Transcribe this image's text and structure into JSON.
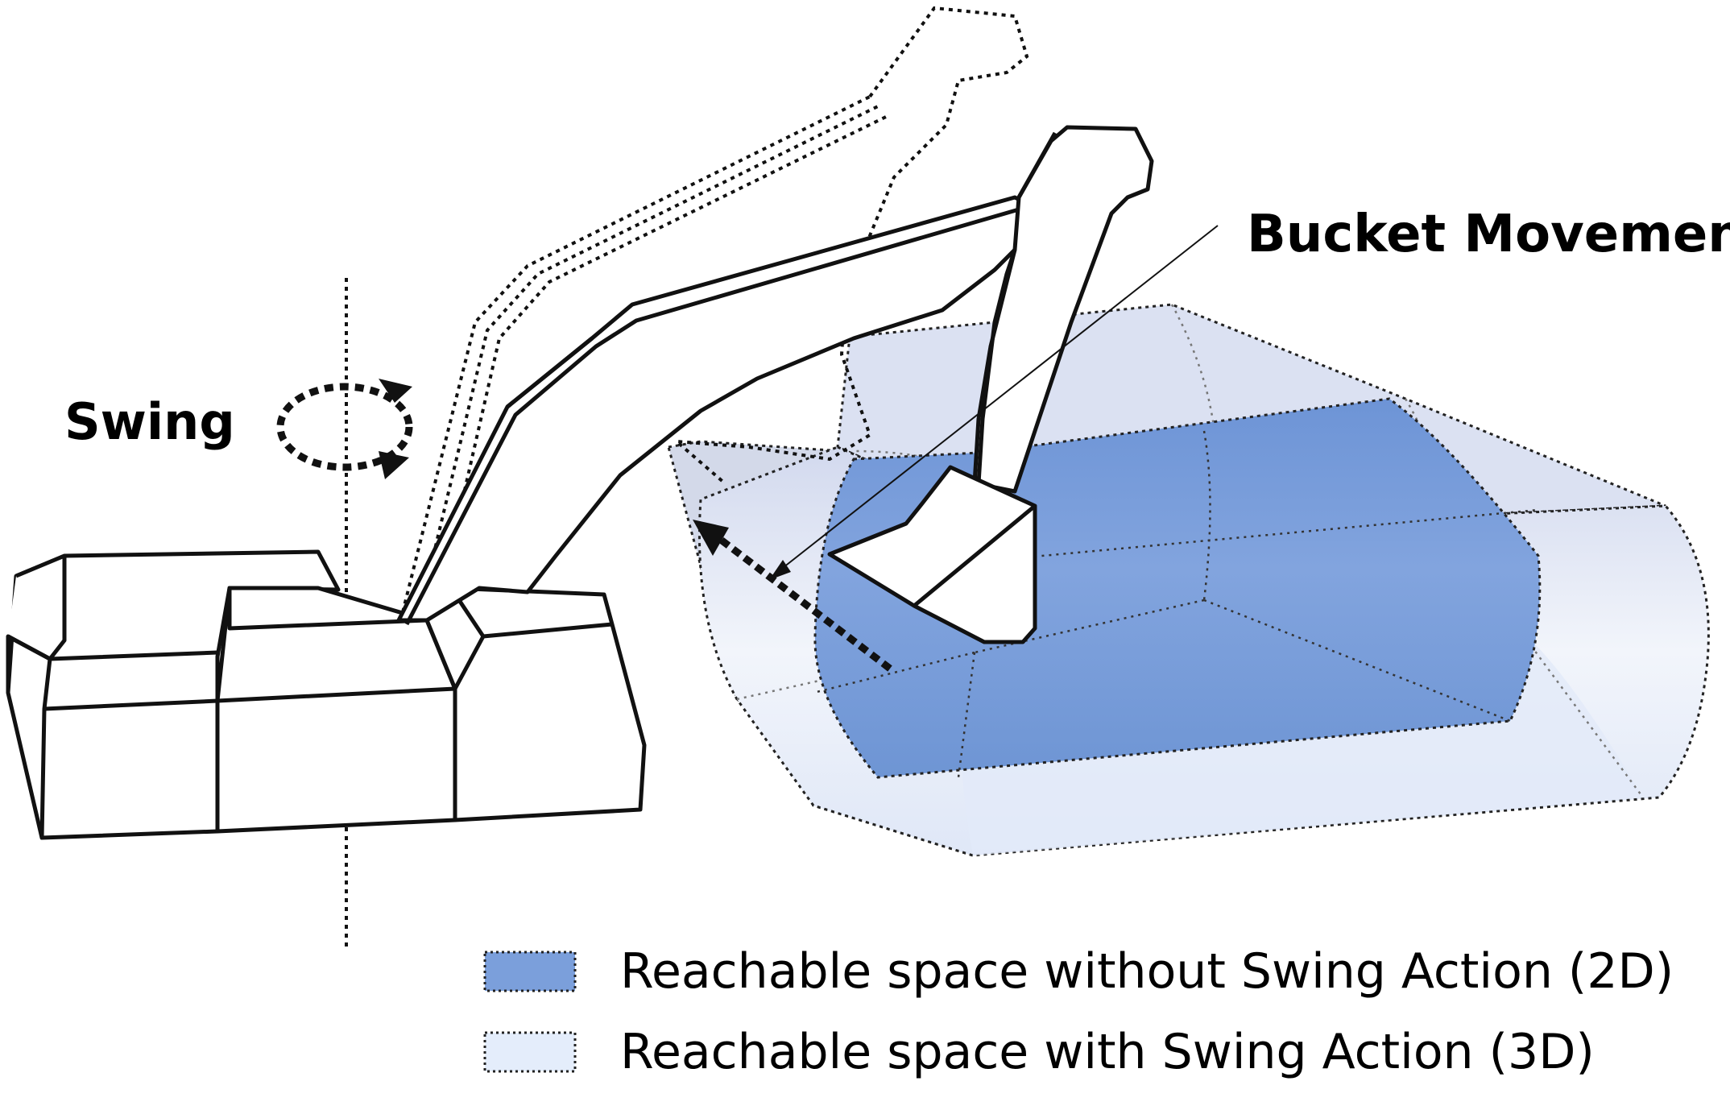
{
  "labels": {
    "swing": "Swing",
    "bucket_movement": "Bucket Movement"
  },
  "legend": [
    {
      "text": "Reachable space without Swing Action (2D)",
      "color": "#7b9fdb"
    },
    {
      "text": "Reachable space with Swing Action (3D)",
      "color": "#e4edfb"
    }
  ],
  "colors": {
    "outer_volume": "#d6dcef",
    "outer_volume_front": "#e6ecf8",
    "inner_volume": "#7098d6",
    "outline": "#111111"
  }
}
